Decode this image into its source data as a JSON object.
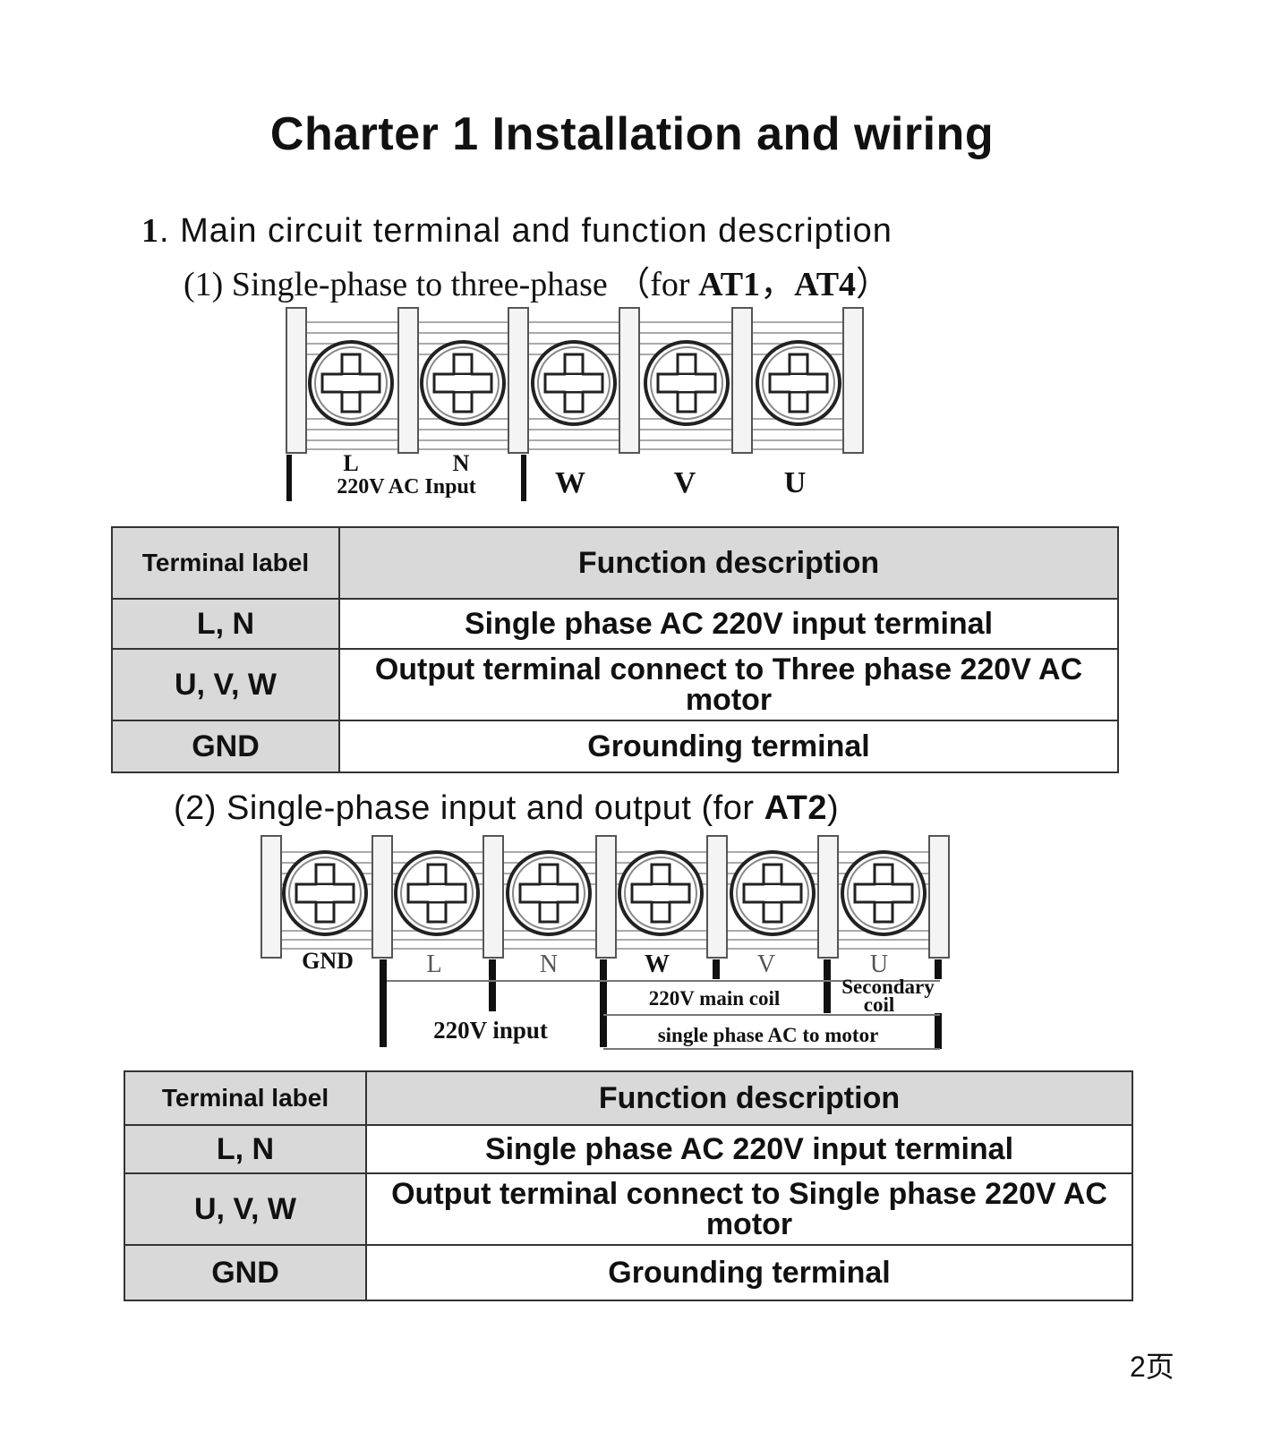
{
  "title": "Charter 1 Installation and wiring",
  "section1": {
    "number": "1",
    "heading": ". Main circuit terminal and function description"
  },
  "subsection1": {
    "prefix": "(1) Single-phase  to three-phase  （for ",
    "models1": "AT1",
    "sep": "，",
    "models2": "AT4",
    "suffix": "）"
  },
  "diagram1": {
    "labels": {
      "L": "L",
      "N": "N",
      "input": "220V AC Input",
      "W": "W",
      "V": "V",
      "U": "U"
    }
  },
  "table1": {
    "header": {
      "col1": "Terminal label",
      "col2": "Function description"
    },
    "rows": [
      {
        "label": "L, N",
        "description": "Single phase AC 220V input terminal"
      },
      {
        "label": "U, V, W",
        "description": "Output terminal connect to Three phase 220V AC motor"
      },
      {
        "label": "GND",
        "description": "Grounding terminal"
      }
    ]
  },
  "subsection2": {
    "prefix": "(2) Single-phase  input  and  output  (for ",
    "model": "AT2",
    "suffix": ")"
  },
  "diagram2": {
    "labels": {
      "GND": "GND",
      "L": "L",
      "N": "N",
      "W": "W",
      "V": "V",
      "U": "U",
      "input": "220V  input",
      "main_coil": "220V main coil",
      "secondary1": "Secondary",
      "secondary2": "coil",
      "single_phase": "single phase AC to motor"
    }
  },
  "table2": {
    "header": {
      "col1": "Terminal label",
      "col2": "Function description"
    },
    "rows": [
      {
        "label": "L, N",
        "description": "Single phase AC 220V input terminal"
      },
      {
        "label": "U, V, W",
        "description": "Output terminal connect to Single phase 220V AC motor"
      },
      {
        "label": "GND",
        "description": "Grounding terminal"
      }
    ]
  },
  "page_number": "2页"
}
